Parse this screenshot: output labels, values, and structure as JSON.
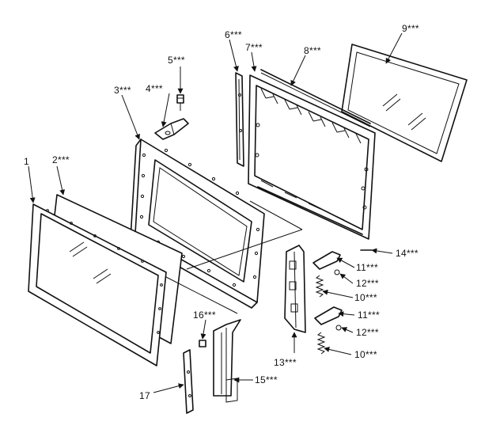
{
  "diagram": {
    "colors": {
      "line": "#111111",
      "background": "#ffffff",
      "mesh": "#777777"
    },
    "labels": {
      "p1": "1",
      "p2": "2***",
      "p3": "3***",
      "p4": "4***",
      "p5": "5***",
      "p6": "6***",
      "p7": "7***",
      "p8": "8***",
      "p9": "9***",
      "p10a": "10***",
      "p10b": "10***",
      "p11a": "11***",
      "p11b": "11***",
      "p12a": "12***",
      "p12b": "12***",
      "p13": "13***",
      "p14": "14***",
      "p15": "15***",
      "p16": "16***",
      "p17": "17"
    }
  }
}
